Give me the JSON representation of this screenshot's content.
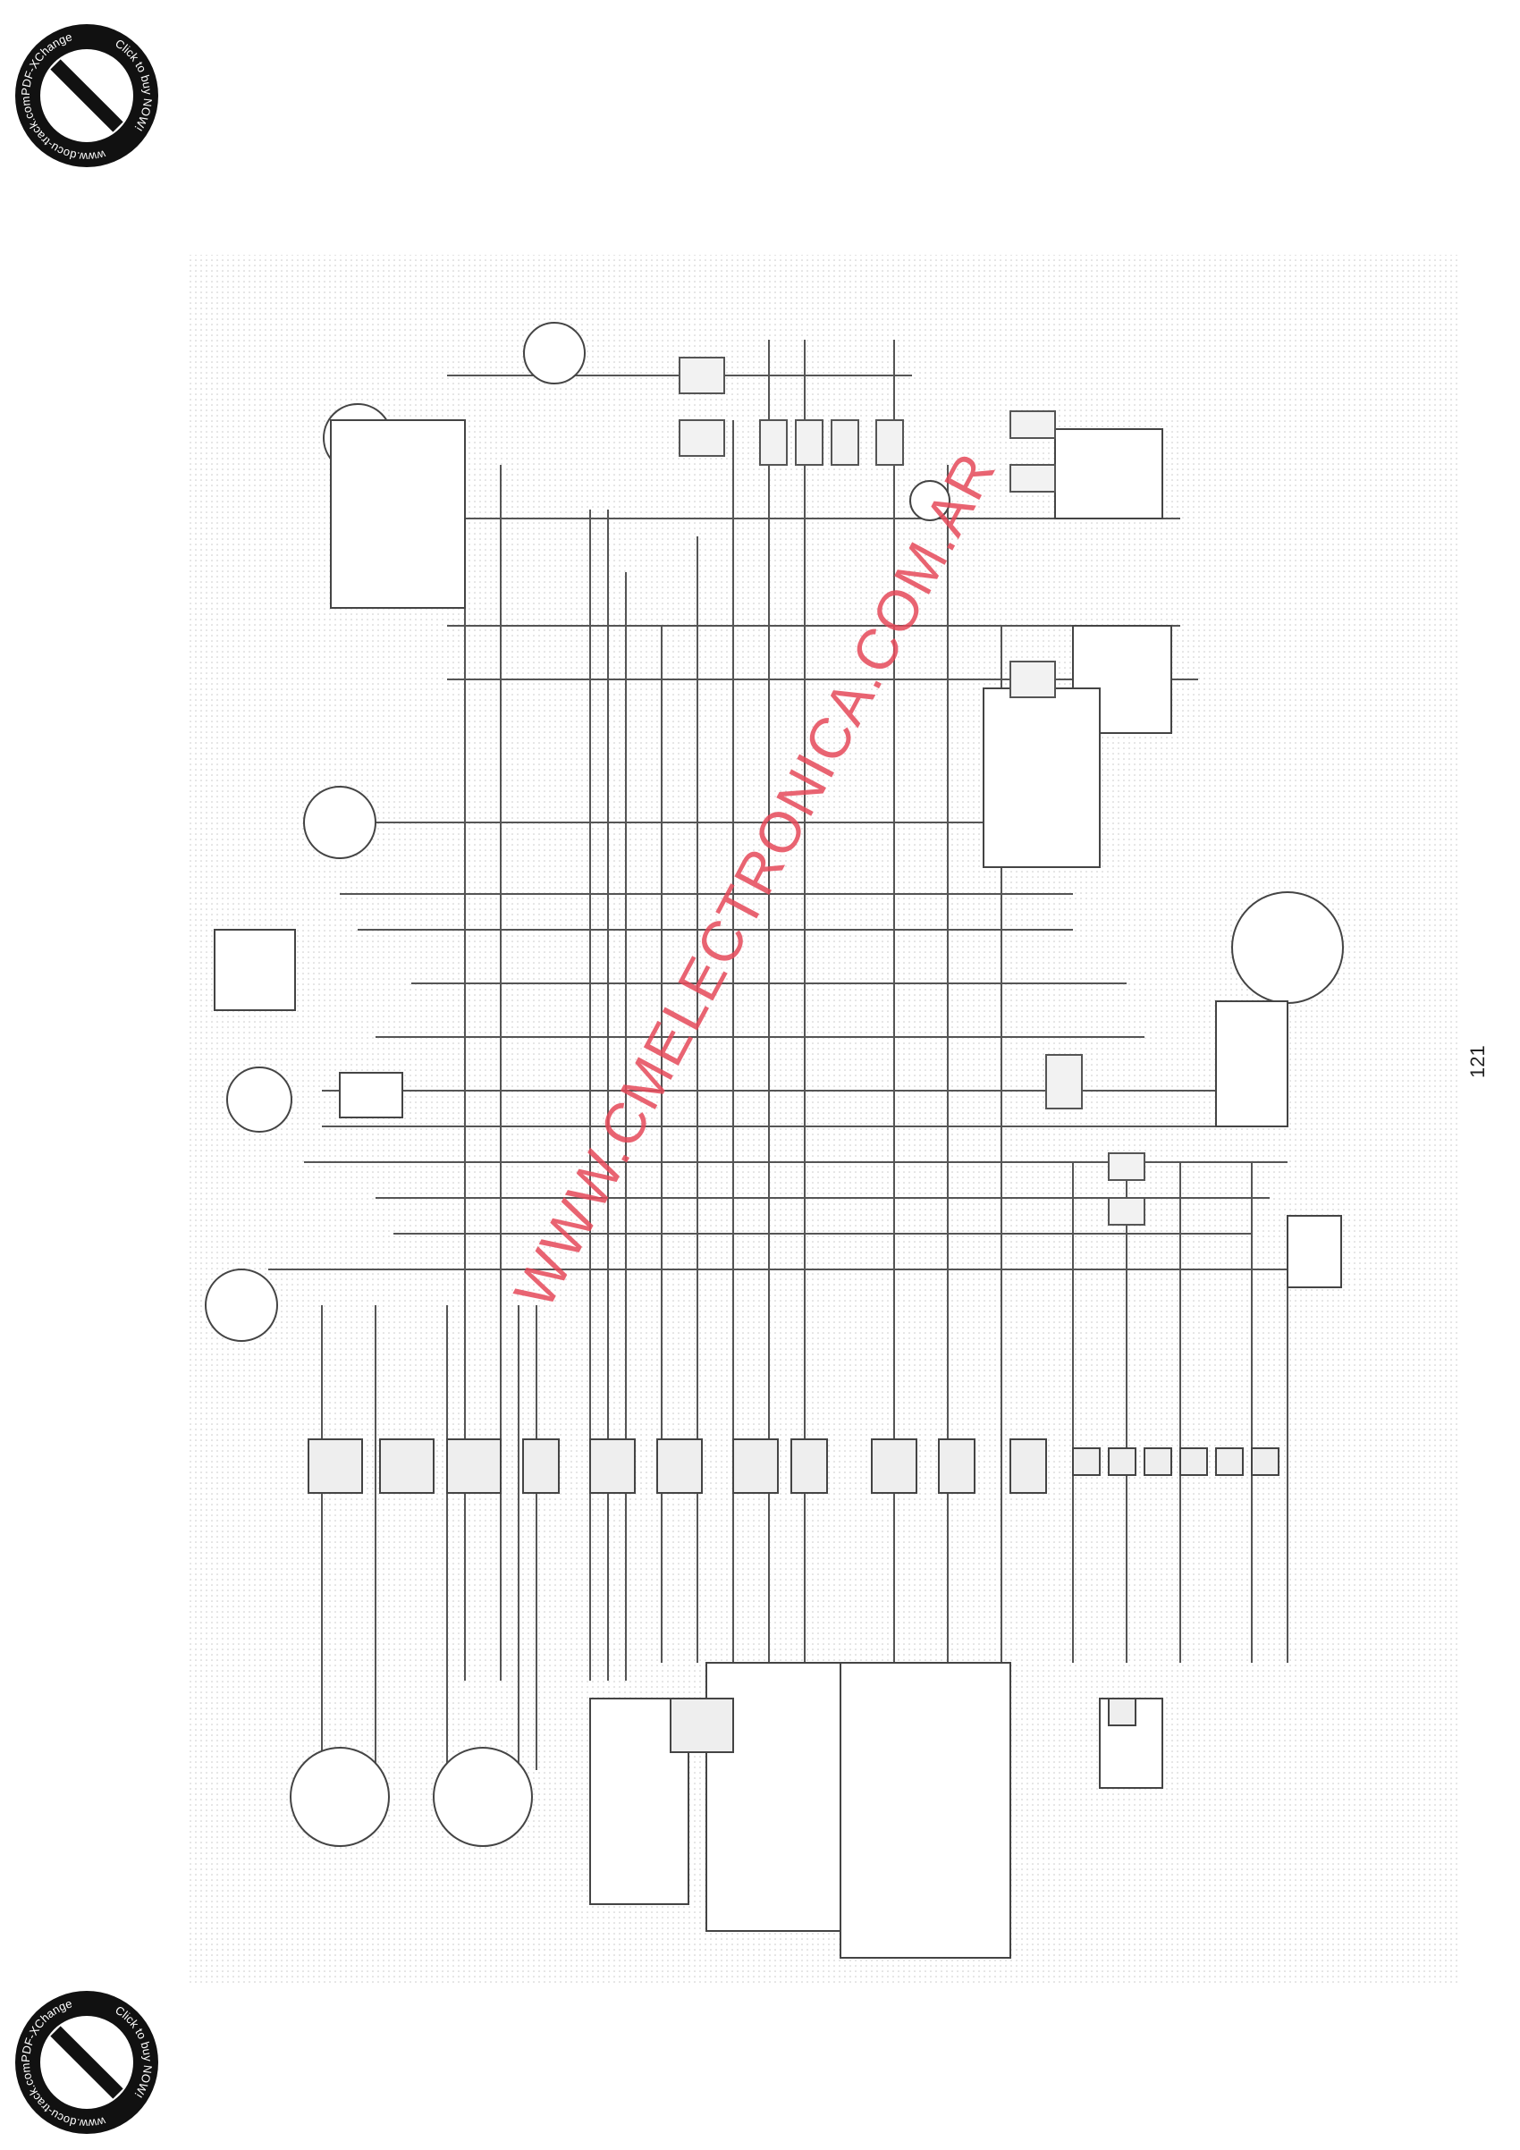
{
  "badges": {
    "text_outer_left": "PDF-XChange",
    "text_outer_right": "Click to buy NOW!",
    "text_url": "www.docu-track.com"
  },
  "watermark": "WWW.CMELECTRONICA.COM.AR",
  "page_number": "121"
}
